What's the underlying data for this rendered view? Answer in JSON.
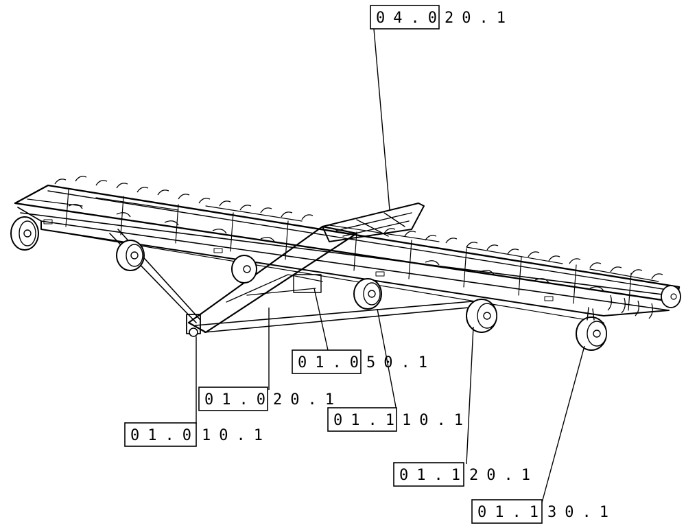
{
  "drawing": {
    "title": "",
    "callouts": [
      {
        "id": "c-04020",
        "boxed": "04.0",
        "rest": "20.1"
      },
      {
        "id": "c-01050",
        "boxed": "01.0",
        "rest": "50.1"
      },
      {
        "id": "c-01020",
        "boxed": "01.0",
        "rest": "20.1"
      },
      {
        "id": "c-01110",
        "boxed": "01.1",
        "rest": "10.1"
      },
      {
        "id": "c-01010",
        "boxed": "01.0",
        "rest": "10.1"
      },
      {
        "id": "c-01120",
        "boxed": "01.1",
        "rest": "20.1"
      },
      {
        "id": "c-01130",
        "boxed": "01.1",
        "rest": "30.1"
      }
    ]
  }
}
